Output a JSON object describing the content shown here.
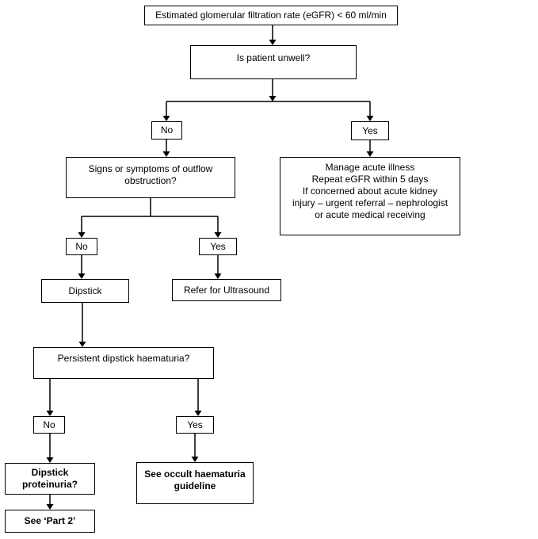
{
  "colors": {
    "background": "#ffffff",
    "line": "#000000",
    "box_border": "#000000",
    "text": "#000000"
  },
  "flowchart": {
    "nodes": {
      "egfr": {
        "label": "Estimated glomerular filtration rate (eGFR) < 60 ml/min"
      },
      "unwell": {
        "label": "Is patient unwell?"
      },
      "no1": {
        "label": "No"
      },
      "yes1": {
        "label": "Yes"
      },
      "outflow": {
        "label": "Signs or symptoms of outflow\nobstruction?"
      },
      "manage": {
        "label": "Manage acute illness\nRepeat eGFR within 5 days\nIf concerned about acute kidney\ninjury – urgent referral – nephrologist\nor acute medical receiving"
      },
      "no2": {
        "label": "No"
      },
      "yes2": {
        "label": "Yes"
      },
      "dipstick": {
        "label": "Dipstick"
      },
      "ultrasound": {
        "label": "Refer for Ultrasound"
      },
      "haematuria": {
        "label": "Persistent dipstick haematuria?"
      },
      "no3": {
        "label": "No"
      },
      "yes3": {
        "label": "Yes"
      },
      "proteinuria": {
        "label": "Dipstick\nproteinuria?"
      },
      "occult": {
        "label": "See occult haematuria\nguideline"
      },
      "part2": {
        "label": "See ‘Part 2’"
      }
    },
    "edges": [
      {
        "from": "egfr",
        "to": "unwell"
      },
      {
        "from": "unwell",
        "to": "no1"
      },
      {
        "from": "unwell",
        "to": "yes1"
      },
      {
        "from": "no1",
        "to": "outflow"
      },
      {
        "from": "yes1",
        "to": "manage"
      },
      {
        "from": "outflow",
        "to": "no2"
      },
      {
        "from": "outflow",
        "to": "yes2"
      },
      {
        "from": "no2",
        "to": "dipstick"
      },
      {
        "from": "yes2",
        "to": "ultrasound"
      },
      {
        "from": "dipstick",
        "to": "haematuria"
      },
      {
        "from": "haematuria",
        "to": "no3"
      },
      {
        "from": "haematuria",
        "to": "yes3"
      },
      {
        "from": "no3",
        "to": "proteinuria"
      },
      {
        "from": "yes3",
        "to": "occult"
      },
      {
        "from": "proteinuria",
        "to": "part2"
      }
    ]
  }
}
